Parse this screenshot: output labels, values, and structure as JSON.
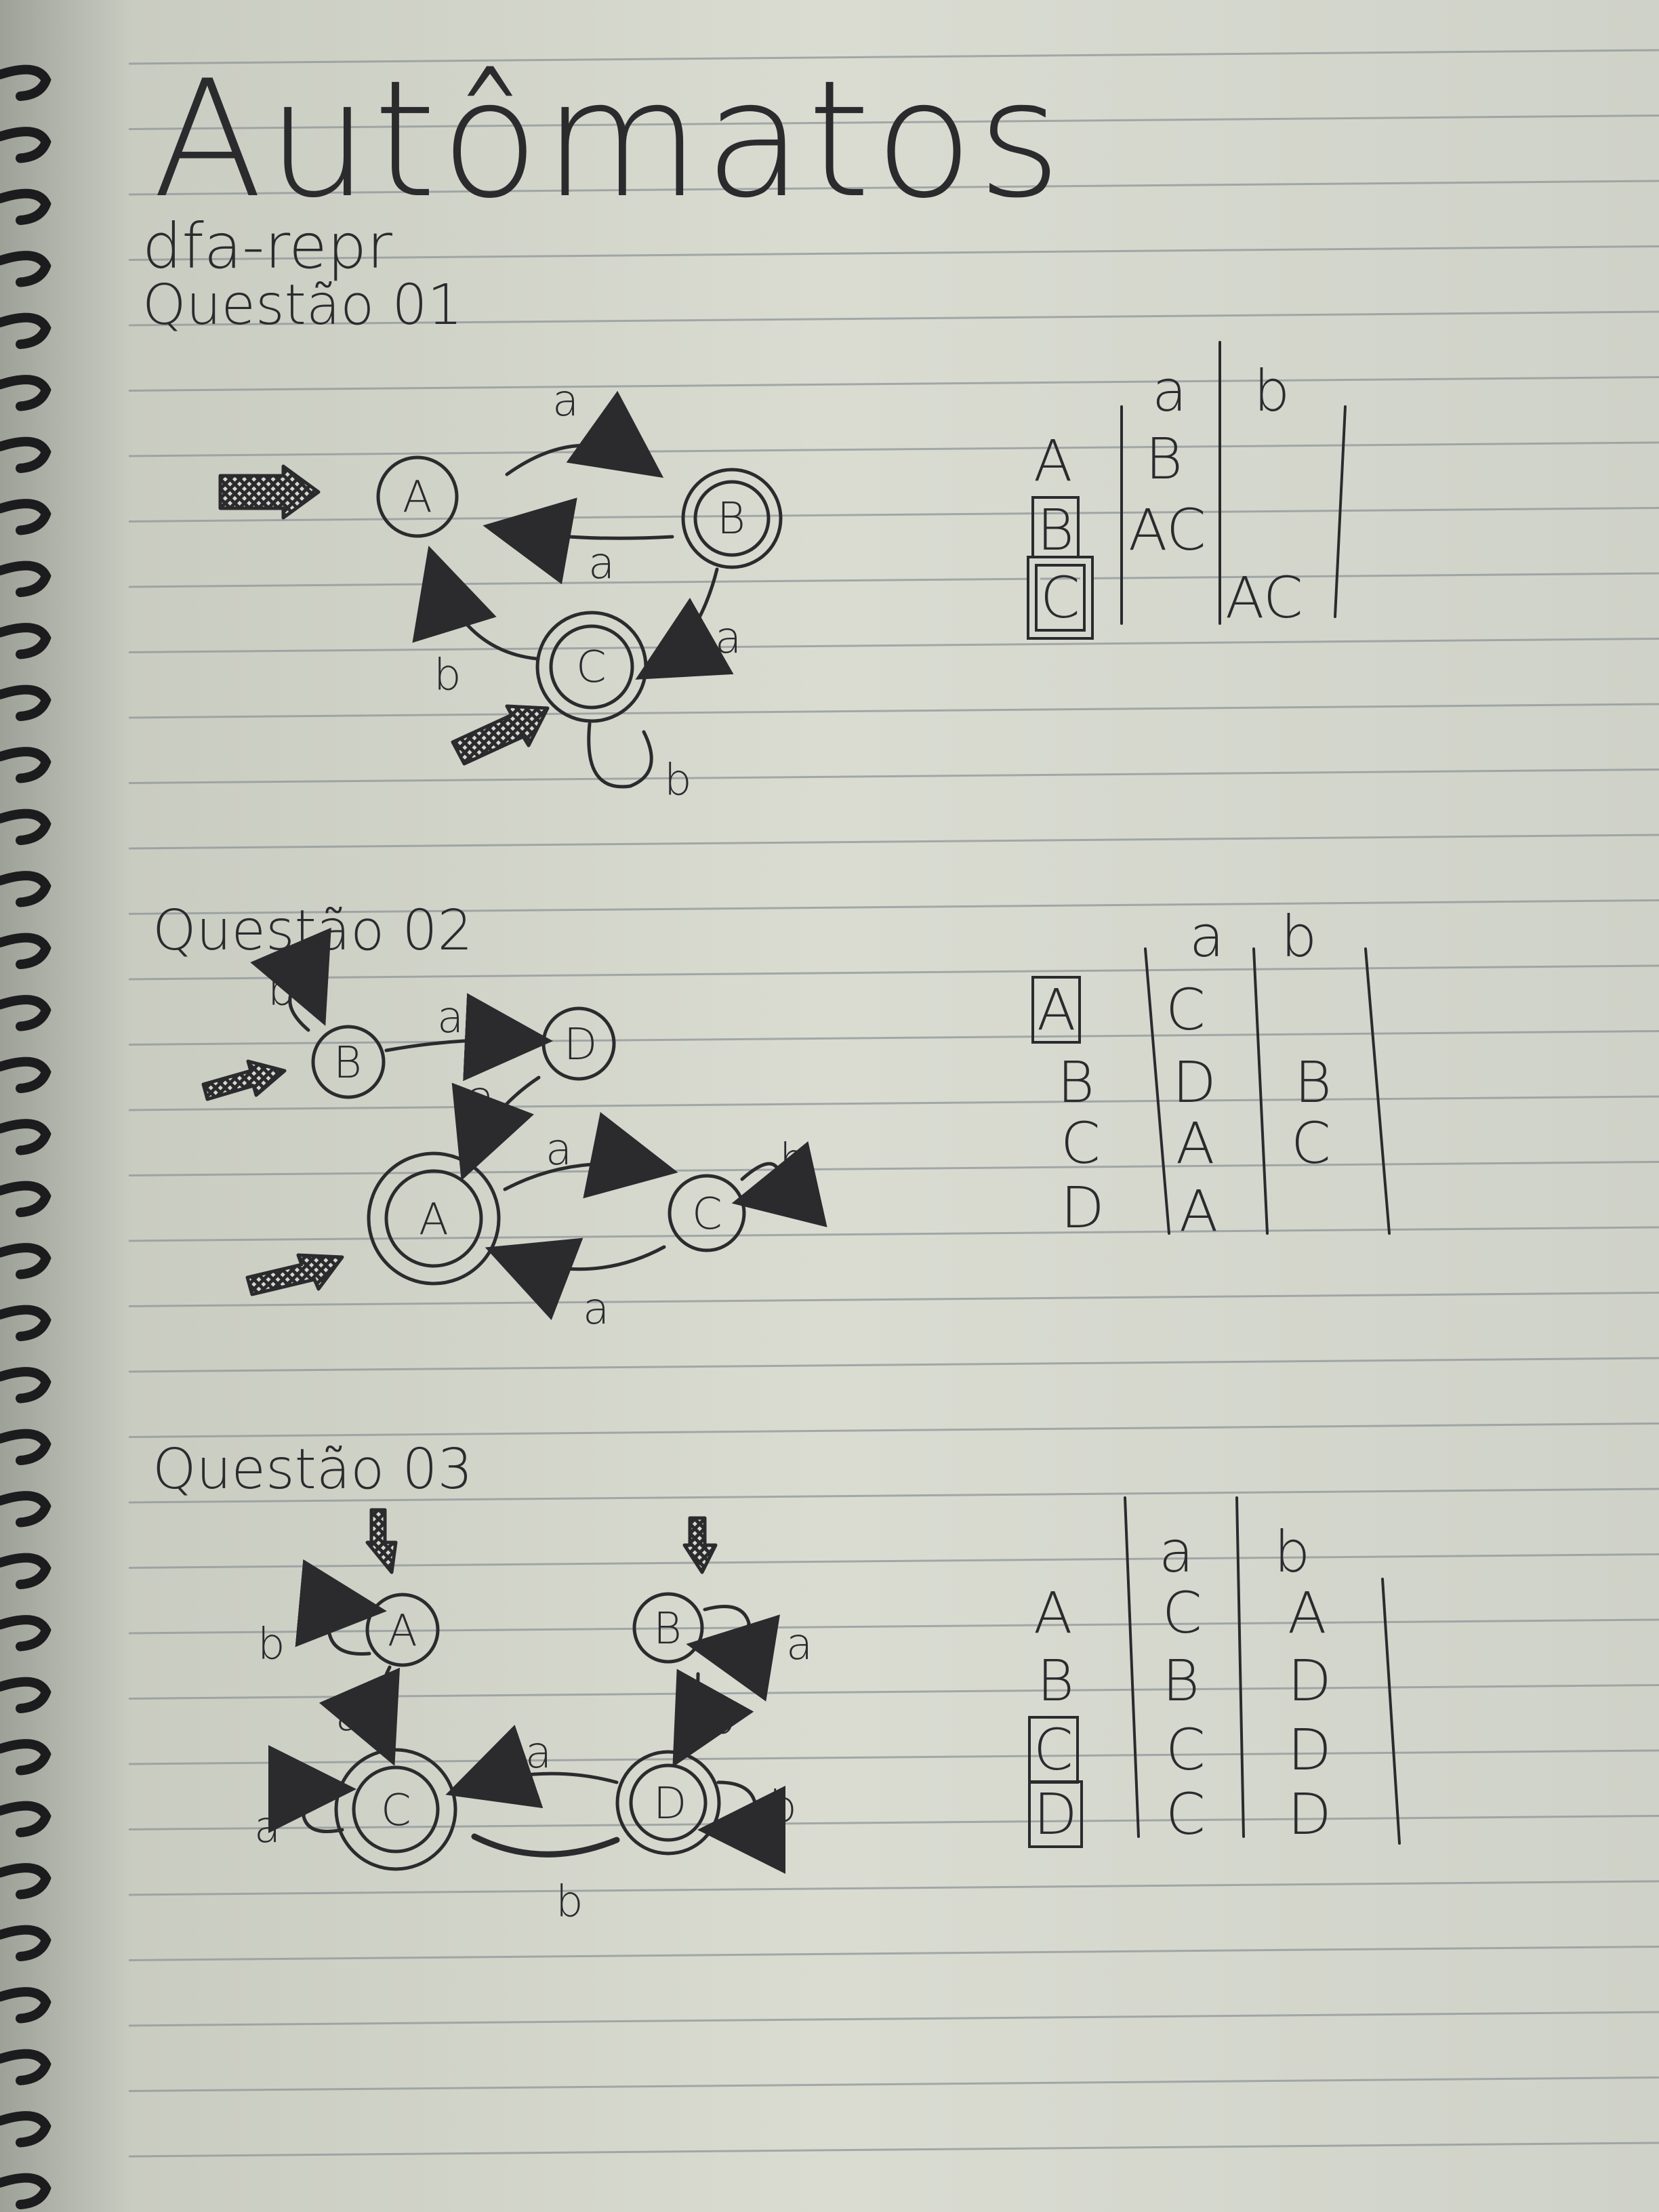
{
  "title": "Autômatos",
  "subtitle": "dfa-repr",
  "questions": [
    {
      "heading": "Questão 01",
      "states": [
        "A",
        "B",
        "C"
      ],
      "edge_labels": [
        "a",
        "a",
        "a",
        "b",
        "b"
      ],
      "table": {
        "cols": [
          "a",
          "b"
        ],
        "rows": [
          {
            "state": "A",
            "a": "B",
            "b": ""
          },
          {
            "state": "B",
            "a": "AC",
            "b": ""
          },
          {
            "state": "C",
            "a": "",
            "b": "AC"
          }
        ]
      }
    },
    {
      "heading": "Questão 02",
      "states": [
        "B",
        "D",
        "A",
        "C"
      ],
      "edge_labels": [
        "b",
        "a",
        "a",
        "a",
        "a",
        "b"
      ],
      "table": {
        "cols": [
          "a",
          "b"
        ],
        "rows": [
          {
            "state": "A",
            "a": "C",
            "b": ""
          },
          {
            "state": "B",
            "a": "D",
            "b": "B"
          },
          {
            "state": "C",
            "a": "A",
            "b": "C"
          },
          {
            "state": "D",
            "a": "A",
            "b": ""
          }
        ]
      }
    },
    {
      "heading": "Questão 03",
      "states": [
        "A",
        "B",
        "C",
        "D"
      ],
      "edge_labels": [
        "b",
        "a",
        "a",
        "b",
        "a",
        "a",
        "b",
        "b"
      ],
      "table": {
        "cols": [
          "a",
          "b"
        ],
        "rows": [
          {
            "state": "A",
            "a": "C",
            "b": "A"
          },
          {
            "state": "B",
            "a": "B",
            "b": "D"
          },
          {
            "state": "C",
            "a": "C",
            "b": "D"
          },
          {
            "state": "D",
            "a": "C",
            "b": "D"
          }
        ]
      }
    }
  ]
}
